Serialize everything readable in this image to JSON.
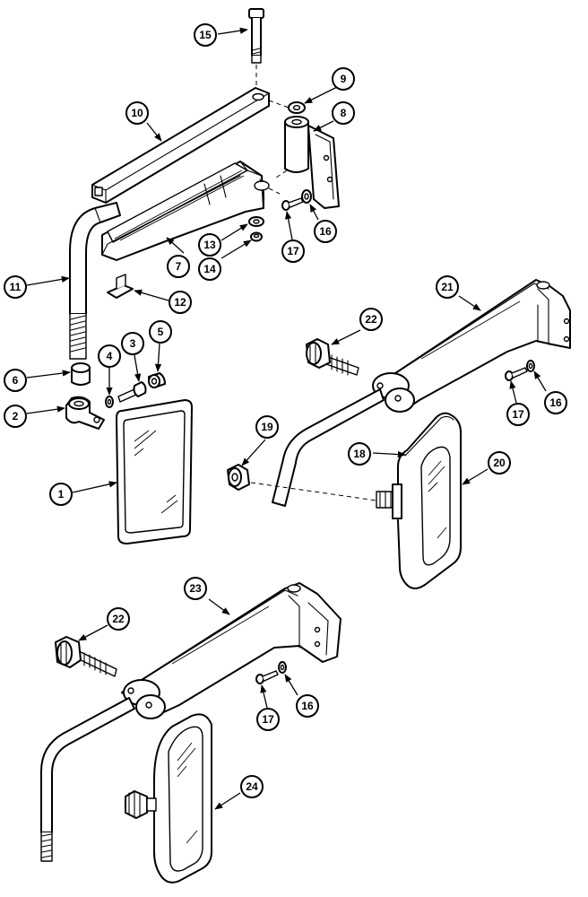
{
  "callouts": [
    {
      "id": "c15",
      "label": "15"
    },
    {
      "id": "c9",
      "label": "9"
    },
    {
      "id": "c10",
      "label": "10"
    },
    {
      "id": "c8",
      "label": "8"
    },
    {
      "id": "c16a",
      "label": "16"
    },
    {
      "id": "c17a",
      "label": "17"
    },
    {
      "id": "c13",
      "label": "13"
    },
    {
      "id": "c14",
      "label": "14"
    },
    {
      "id": "c7",
      "label": "7"
    },
    {
      "id": "c11",
      "label": "11"
    },
    {
      "id": "c12",
      "label": "12"
    },
    {
      "id": "c6",
      "label": "6"
    },
    {
      "id": "c4",
      "label": "4"
    },
    {
      "id": "c3",
      "label": "3"
    },
    {
      "id": "c5",
      "label": "5"
    },
    {
      "id": "c2",
      "label": "2"
    },
    {
      "id": "c1",
      "label": "1"
    },
    {
      "id": "c21",
      "label": "21"
    },
    {
      "id": "c22a",
      "label": "22"
    },
    {
      "id": "c17b",
      "label": "17"
    },
    {
      "id": "c16b",
      "label": "16"
    },
    {
      "id": "c19",
      "label": "19"
    },
    {
      "id": "c18",
      "label": "18"
    },
    {
      "id": "c20",
      "label": "20"
    },
    {
      "id": "c23",
      "label": "23"
    },
    {
      "id": "c22b",
      "label": "22"
    },
    {
      "id": "c17c",
      "label": "17"
    },
    {
      "id": "c16c",
      "label": "16"
    },
    {
      "id": "c24",
      "label": "24"
    }
  ]
}
